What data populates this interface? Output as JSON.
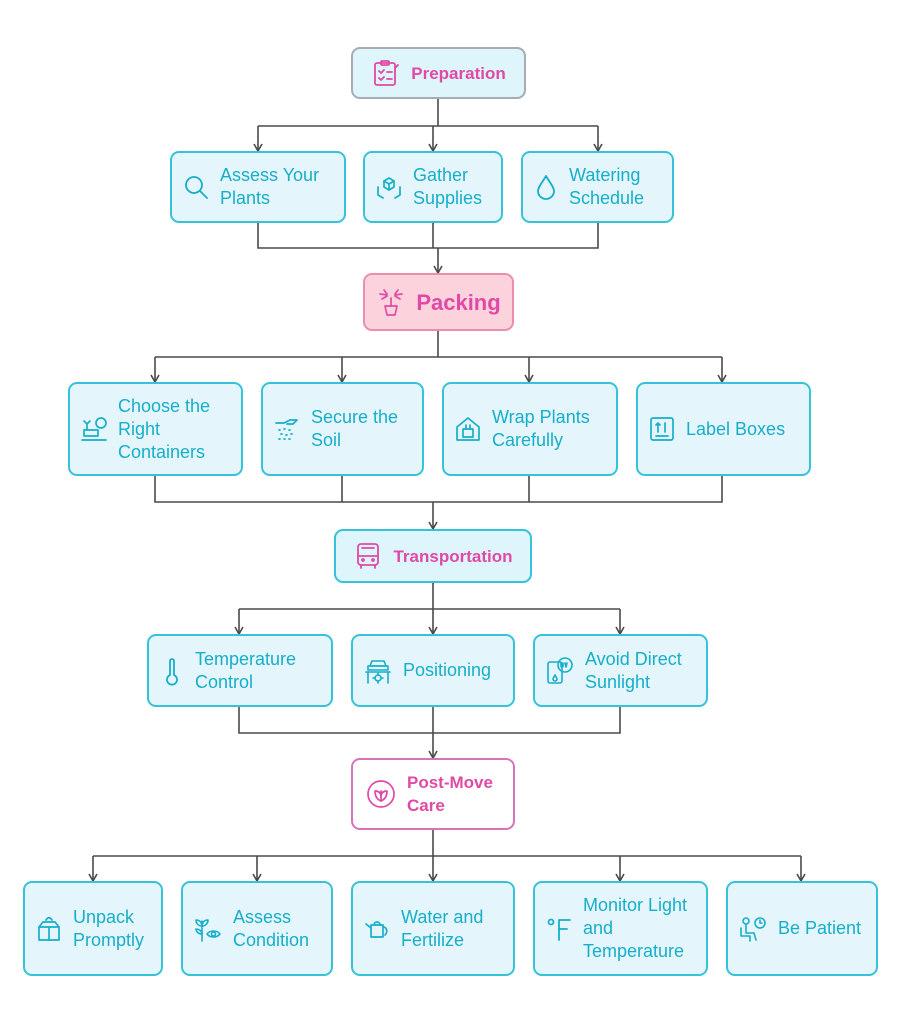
{
  "phases": {
    "preparation": "Preparation",
    "packing": "Packing",
    "transportation": "Transportation",
    "post_move_care": "Post-Move Care"
  },
  "preparation_items": [
    "Assess Your Plants",
    "Gather Supplies",
    "Watering Schedule"
  ],
  "packing_items": [
    "Choose the Right Containers",
    "Secure the Soil",
    "Wrap Plants Carefully",
    "Label Boxes"
  ],
  "transportation_items": [
    "Temperature Control",
    "Positioning",
    "Avoid Direct Sunlight"
  ],
  "post_move_items": [
    "Unpack Promptly",
    "Assess Condition",
    "Water and Fertilize",
    "Monitor Light and Temperature",
    "Be Patient"
  ],
  "icons": {
    "preparation": "clipboard-icon",
    "assess_plants": "magnifier-icon",
    "gather_supplies": "hands-box-icon",
    "watering": "water-drop-icon",
    "packing": "potted-plant-icon",
    "containers": "container-icon",
    "soil": "soil-hand-icon",
    "wrap": "house-wrap-icon",
    "label": "label-box-icon",
    "transportation": "bus-icon",
    "temperature": "thermometer-icon",
    "positioning": "car-lift-icon",
    "sunlight": "uv-icon",
    "post_move": "leaf-circle-icon",
    "unpack": "open-box-icon",
    "condition": "plant-eye-icon",
    "water_fertilize": "watering-can-icon",
    "monitor": "fahrenheit-icon",
    "patient": "waiting-person-icon"
  },
  "colors": {
    "item_border": "#36c3da",
    "item_fill": "#e4f6fb",
    "item_text": "#17aeca",
    "phase_text": "#e04aa6",
    "packing_fill": "#fcd3dd",
    "connector": "#4a4a4a"
  }
}
